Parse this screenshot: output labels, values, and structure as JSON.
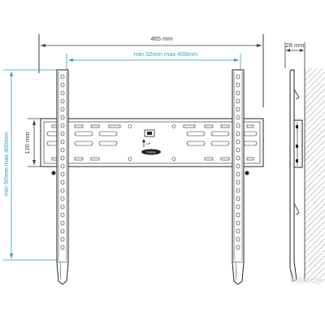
{
  "dimensions": {
    "overall_width": "465 mm",
    "horizontal_vesa": "min 32mm max 400mm",
    "vertical_vesa": "min 50mm max 400mm",
    "rail_spacing": "120 mm",
    "wall_depth": "28 mm"
  },
  "bracket": {
    "up_label": "UP",
    "brand_label": "Kromax"
  },
  "watermark": "onliner.by",
  "colors": {
    "dimension_blue": "#2a9fb8",
    "dimension_dark": "#3c3c3c",
    "outline": "#222222",
    "wall_hatch": "#777777"
  }
}
